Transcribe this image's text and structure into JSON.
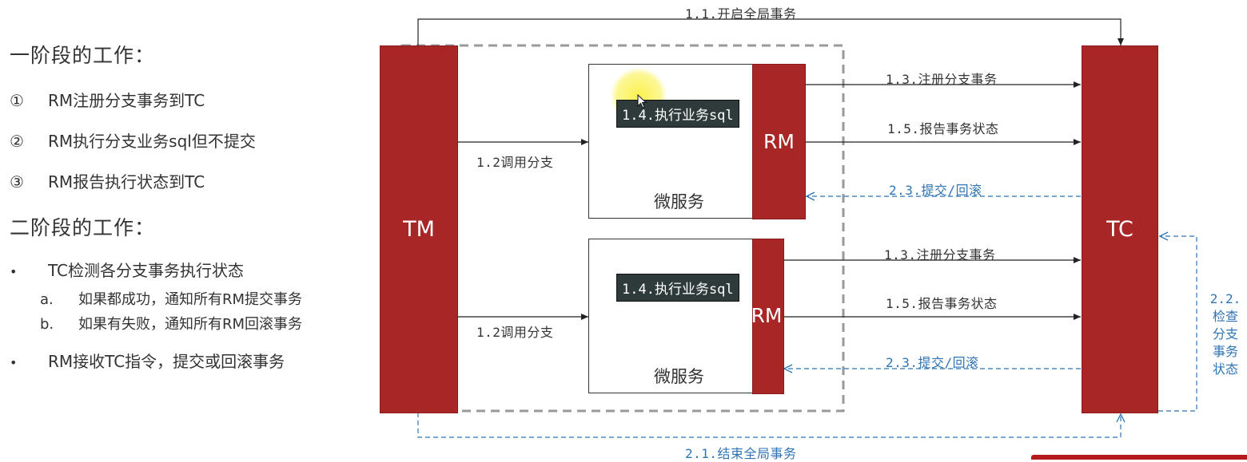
{
  "left": {
    "phase1_title": "一阶段的工作：",
    "phase1_items": [
      {
        "num": "①",
        "text": "RM注册分支事务到TC"
      },
      {
        "num": "②",
        "text": "RM执行分支业务sql但不提交"
      },
      {
        "num": "③",
        "text": "RM报告执行状态到TC"
      }
    ],
    "phase2_title": "二阶段的工作：",
    "bullet": "•",
    "phase2_bullet1": "TC检测各分支事务执行状态",
    "phase2_sub": [
      {
        "letter": "a.",
        "text": "如果都成功，通知所有RM提交事务"
      },
      {
        "letter": "b.",
        "text": "如果有失败，通知所有RM回滚事务"
      }
    ],
    "phase2_bullet2": "RM接收TC指令，提交或回滚事务"
  },
  "diagram": {
    "tm": "TM",
    "tc": "TC",
    "rm": "RM",
    "microservice": "微服务",
    "sql_tag": "1.4.执行业务sql",
    "start_global": "1.1.开启全局事务",
    "call_branch": "1.2调用分支",
    "register_branch": "1.3.注册分支事务",
    "report_status": "1.5.报告事务状态",
    "commit_rollback": "2.3.提交/回滚",
    "check_status": [
      "2.2.",
      "检查",
      "分支",
      "事务",
      "状态"
    ],
    "end_global": "2.1.结束全局事务"
  },
  "colors": {
    "block_red": "#a82626",
    "blue": "#2f74b5",
    "tag_bg": "#2f3b3b"
  }
}
